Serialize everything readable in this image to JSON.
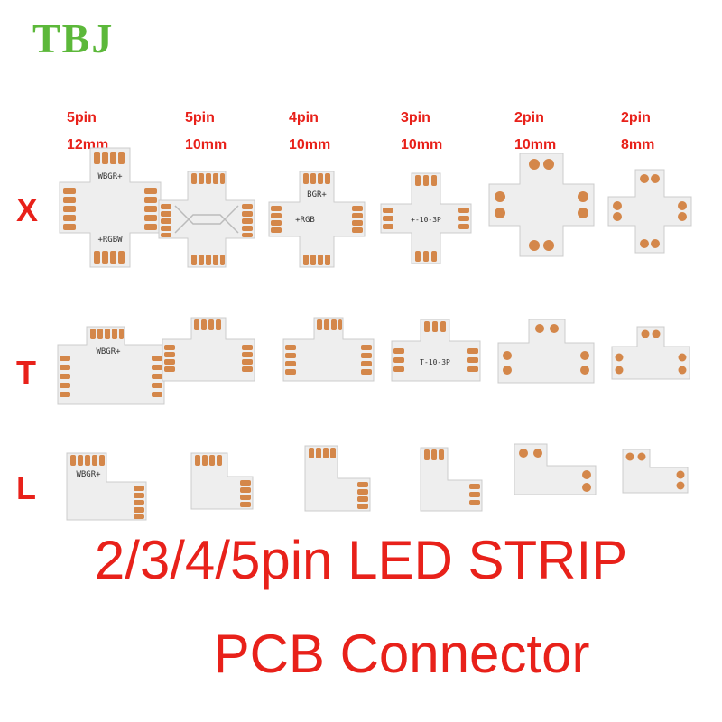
{
  "brand": "TBJ",
  "columns": [
    {
      "pins": "5pin",
      "size": "12mm"
    },
    {
      "pins": "5pin",
      "size": "10mm"
    },
    {
      "pins": "4pin",
      "size": "10mm"
    },
    {
      "pins": "3pin",
      "size": "10mm"
    },
    {
      "pins": "2pin",
      "size": "10mm"
    },
    {
      "pins": "2pin",
      "size": "8mm"
    }
  ],
  "rows": [
    {
      "label": "X"
    },
    {
      "label": "T"
    },
    {
      "label": "L"
    }
  ],
  "pcb_marks": {
    "five_pin": "WBGR+",
    "five_pin_alt": "+RGBW",
    "four_pin": "BGR+",
    "four_pin_alt": "+RGB",
    "three_pin": "+-10-3P",
    "three_pin_t": "T-10-3P"
  },
  "headline_line1": "2/3/4/5pin LED STRIP",
  "headline_line2": "PCB Connector",
  "colors": {
    "brand": "#5cb83a",
    "text_red": "#e8211a",
    "board": "#eeeeee",
    "pad": "#d4874a"
  }
}
